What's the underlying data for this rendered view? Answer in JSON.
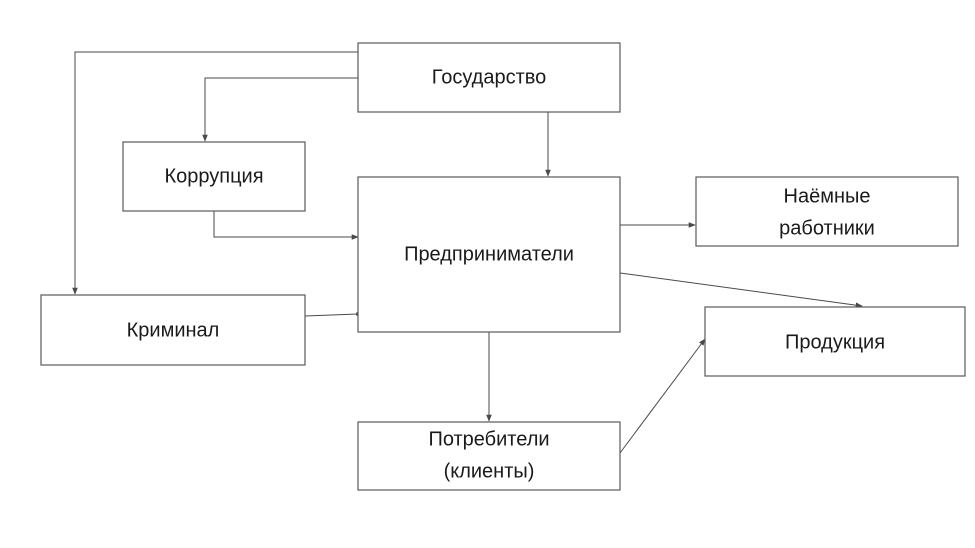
{
  "nodes": {
    "gosudarstvo": {
      "label": "Государство"
    },
    "korruptsiya": {
      "label": "Коррупция"
    },
    "predprinimateli": {
      "label": "Предприниматели"
    },
    "naemnye": {
      "line1": "Наёмные",
      "line2": "работники"
    },
    "kriminal": {
      "label": "Криминал"
    },
    "produktsiya": {
      "label": "Продукция"
    },
    "potrebiteli": {
      "line1": "Потребители",
      "line2": "(клиенты)"
    }
  },
  "colors": {
    "box_stroke": "#595959",
    "connector": "#4a4a4a",
    "text": "#1a1a1a"
  }
}
